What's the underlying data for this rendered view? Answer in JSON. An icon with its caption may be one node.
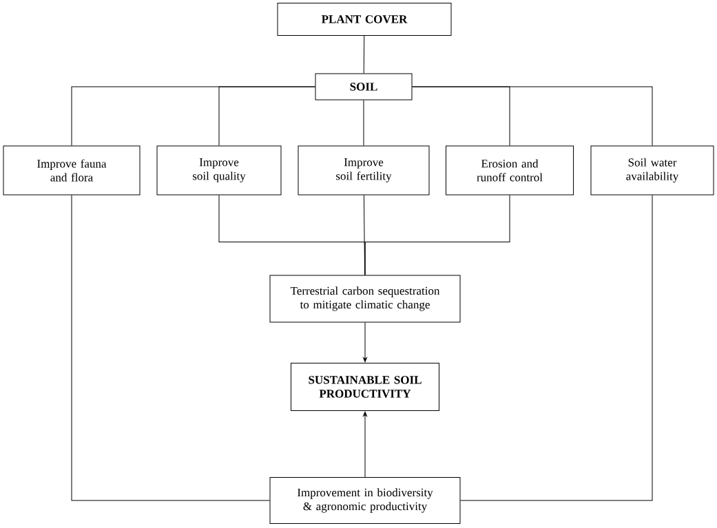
{
  "diagram": {
    "nodes": [
      {
        "text": [
          "PLANT COVER"
        ]
      },
      {
        "text": [
          "SOIL"
        ]
      },
      {
        "text": [
          "Improve fauna and flora"
        ]
      },
      {
        "text": [
          "Improve soil quality"
        ]
      },
      {
        "text": [
          "Improve soil fertility"
        ]
      },
      {
        "text": [
          "Erosion and runoff control"
        ]
      },
      {
        "text": [
          "Soil water availability"
        ]
      },
      {
        "text": [
          "Terrestrial carbon sequestration to mitigate climatic change"
        ]
      },
      {
        "text": [
          "SUSTAINABLE SOIL PRODUCTIVITY"
        ]
      },
      {
        "text": [
          "Improvement in biodiversity & agronomic productivity"
        ]
      }
    ],
    "edges": [
      {
        "from": 0,
        "to": 1,
        "arrow": "none"
      },
      {
        "from": 1,
        "to": 2,
        "arrow": "none"
      },
      {
        "from": 1,
        "to": 3,
        "arrow": "none"
      },
      {
        "from": 1,
        "to": 4,
        "arrow": "none"
      },
      {
        "from": 1,
        "to": 5,
        "arrow": "none"
      },
      {
        "from": 1,
        "to": 6,
        "arrow": "none"
      },
      {
        "from": 3,
        "to": 7,
        "arrow": "none"
      },
      {
        "from": 4,
        "to": 7,
        "arrow": "none"
      },
      {
        "from": 5,
        "to": 7,
        "arrow": "none"
      },
      {
        "from": 7,
        "to": 8,
        "arrow": "to"
      },
      {
        "from": 9,
        "to": 8,
        "arrow": "to"
      },
      {
        "from": 2,
        "to": 9,
        "arrow": "none"
      },
      {
        "from": 6,
        "to": 9,
        "arrow": "none"
      }
    ]
  }
}
